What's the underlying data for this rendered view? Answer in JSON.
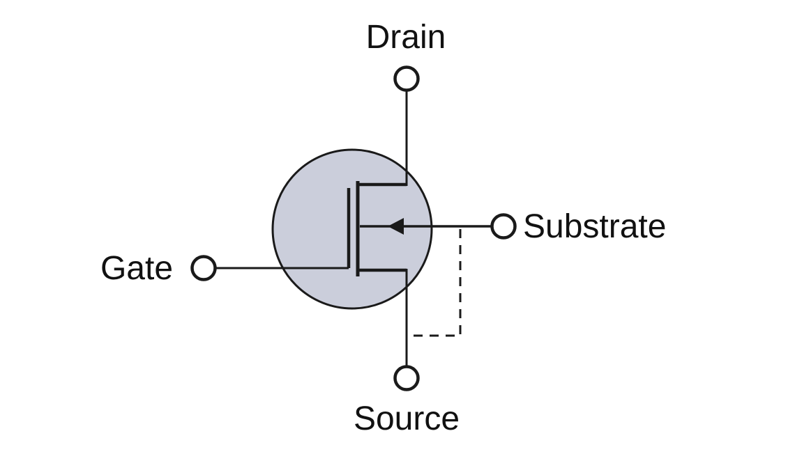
{
  "diagram": {
    "labels": {
      "drain": "Drain",
      "gate": "Gate",
      "source": "Source",
      "substrate": "Substrate"
    },
    "colors": {
      "line": "#1a1a1a",
      "body_fill": "#cbcedb",
      "terminal_fill": "#ffffff",
      "text": "#111111",
      "background": "#ffffff"
    }
  }
}
